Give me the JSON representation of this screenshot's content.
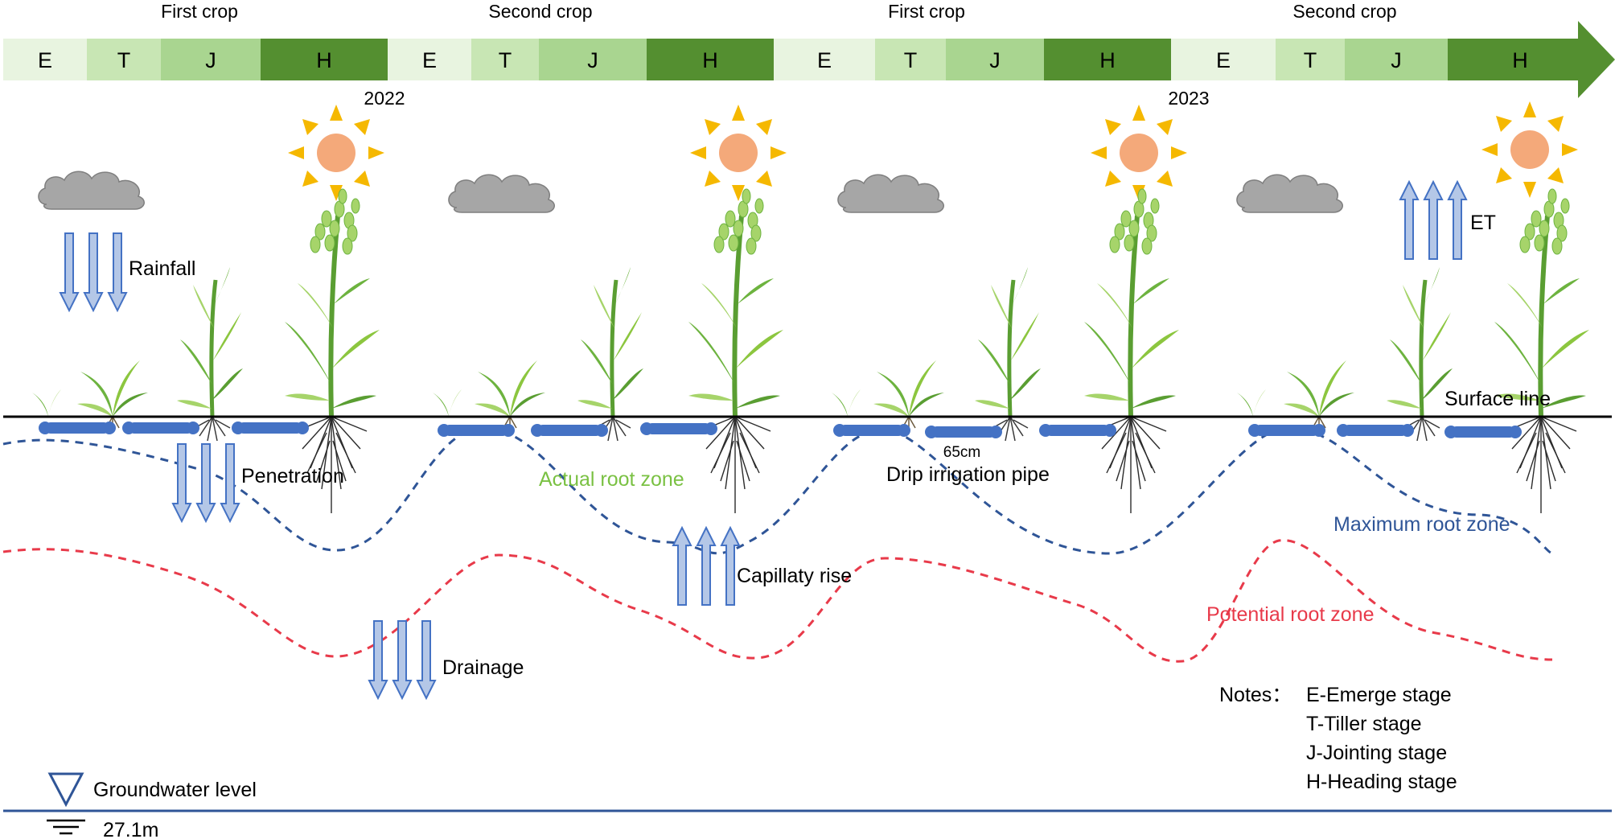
{
  "timeline": {
    "crop_labels": [
      "First crop",
      "Second crop",
      "First crop",
      "Second crop"
    ],
    "stages": [
      "E",
      "T",
      "J",
      "H",
      "E",
      "T",
      "J",
      "H",
      "E",
      "T",
      "J",
      "H",
      "E",
      "T",
      "J",
      "H"
    ],
    "years": [
      "2022",
      "2023"
    ],
    "stage_colors": [
      "#e8f4e0",
      "#c8e6b4",
      "#a9d590",
      "#548f30"
    ]
  },
  "labels": {
    "rainfall": "Rainfall",
    "penetration": "Penetration",
    "drainage": "Drainage",
    "capillary_rise": "Capillaty rise",
    "et": "ET",
    "surface_line": "Surface line",
    "actual_root_zone": "Actual root zone",
    "drip_irrigation_pipe": "Drip irrigation pipe",
    "pipe_spacing": "65cm",
    "maximum_root_zone": "Maximum root zone",
    "potential_root_zone": "Potential root zone",
    "groundwater_level": "Groundwater level",
    "groundwater_depth": "27.1m"
  },
  "notes": {
    "title": "Notes：",
    "items": [
      "E-Emerge stage",
      "T-Tiller stage",
      "J-Jointing stage",
      "H-Heading stage"
    ]
  },
  "colors": {
    "arrow_fill": "#b4c7e7",
    "arrow_stroke": "#4472c4",
    "pipe": "#4472c4",
    "maximum_root_zone": "#2f5597",
    "potential_root_zone": "#e83a4a",
    "actual_root_zone_text": "#7ac143",
    "groundwater_line": "#2f5597",
    "sun": "#f4a97a",
    "sun_rays": "#f5b800",
    "cloud": "#a6a6a6",
    "leaf": "#6db33f",
    "leaf_light": "#a6d46a"
  }
}
